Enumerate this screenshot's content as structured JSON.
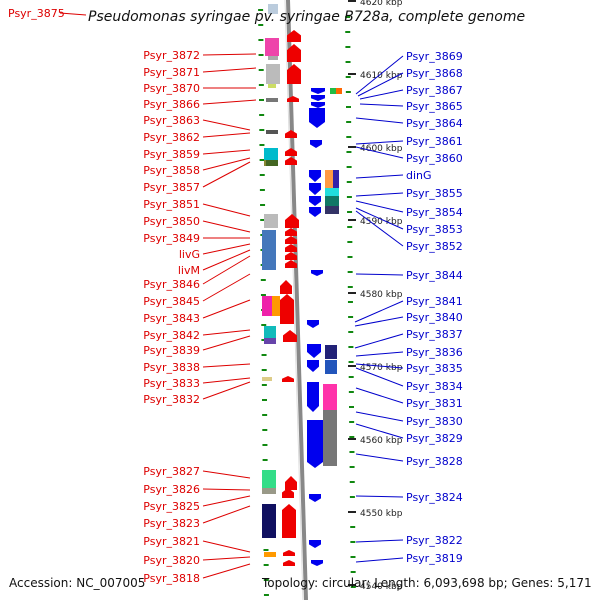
{
  "title_locus": "Psyr_3875",
  "title": "Pseudomonas syringae pv. syringae B728a, complete genome",
  "footer": {
    "accession": "Accession: NC_007005",
    "topology": "Topology: circular; Length: 6,093,698 bp; Genes: 5,171"
  },
  "colors": {
    "left_labels": "#dd0000",
    "right_labels": "#0000cc",
    "forward_genes": "#ee0000",
    "reverse_genes": "#0000ee",
    "backbone": "#888888",
    "ruler_ticks": "#118811"
  },
  "scale_labels": [
    {
      "label": "4620 kbp",
      "kbp": 4620
    },
    {
      "label": "4610 kbp",
      "kbp": 4610
    },
    {
      "label": "4600 kbp",
      "kbp": 4600
    },
    {
      "label": "4590 kbp",
      "kbp": 4590
    },
    {
      "label": "4580 kbp",
      "kbp": 4580
    },
    {
      "label": "4570 kbp",
      "kbp": 4570
    },
    {
      "label": "4560 kbp",
      "kbp": 4560
    },
    {
      "label": "4550 kbp",
      "kbp": 4550
    },
    {
      "label": "4540 kbp",
      "kbp": 4540
    }
  ],
  "left_genes": [
    "Psyr_3872",
    "Psyr_3871",
    "Psyr_3870",
    "Psyr_3866",
    "Psyr_3863",
    "Psyr_3862",
    "Psyr_3859",
    "Psyr_3858",
    "Psyr_3857",
    "Psyr_3851",
    "Psyr_3850",
    "Psyr_3849",
    "livG",
    "livM",
    "Psyr_3846",
    "Psyr_3845",
    "Psyr_3843",
    "Psyr_3842",
    "Psyr_3839",
    "Psyr_3838",
    "Psyr_3833",
    "Psyr_3832",
    "Psyr_3827",
    "Psyr_3826",
    "Psyr_3825",
    "Psyr_3823",
    "Psyr_3821",
    "Psyr_3820",
    "Psyr_3818"
  ],
  "right_genes": [
    "Psyr_3869",
    "Psyr_3868",
    "Psyr_3867",
    "Psyr_3865",
    "Psyr_3864",
    "Psyr_3861",
    "Psyr_3860",
    "dinG",
    "Psyr_3855",
    "Psyr_3854",
    "Psyr_3853",
    "Psyr_3852",
    "Psyr_3844",
    "Psyr_3841",
    "Psyr_3840",
    "Psyr_3837",
    "Psyr_3836",
    "Psyr_3835",
    "Psyr_3834",
    "Psyr_3831",
    "Psyr_3830",
    "Psyr_3829",
    "Psyr_3828",
    "Psyr_3824",
    "Psyr_3822",
    "Psyr_3819"
  ]
}
